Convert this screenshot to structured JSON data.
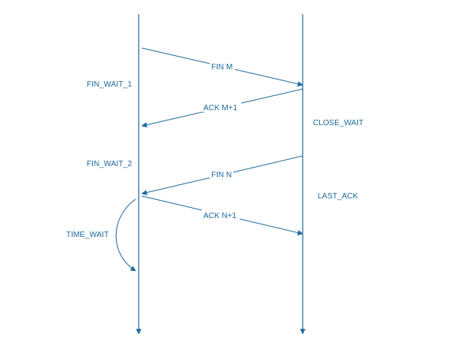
{
  "colors": {
    "line": "#1f6aa0",
    "text": "#1f6aa0",
    "background": "#ffffff"
  },
  "messages": [
    {
      "label": "FIN M",
      "direction": "client-to-server"
    },
    {
      "label": "ACK M+1",
      "direction": "server-to-client"
    },
    {
      "label": "FIN N",
      "direction": "server-to-client"
    },
    {
      "label": "ACK N+1",
      "direction": "client-to-server"
    }
  ],
  "client_states": [
    "FIN_WAIT_1",
    "FIN_WAIT_2",
    "TIME_WAIT"
  ],
  "server_states": [
    "CLOSE_WAIT",
    "LAST_ACK"
  ]
}
